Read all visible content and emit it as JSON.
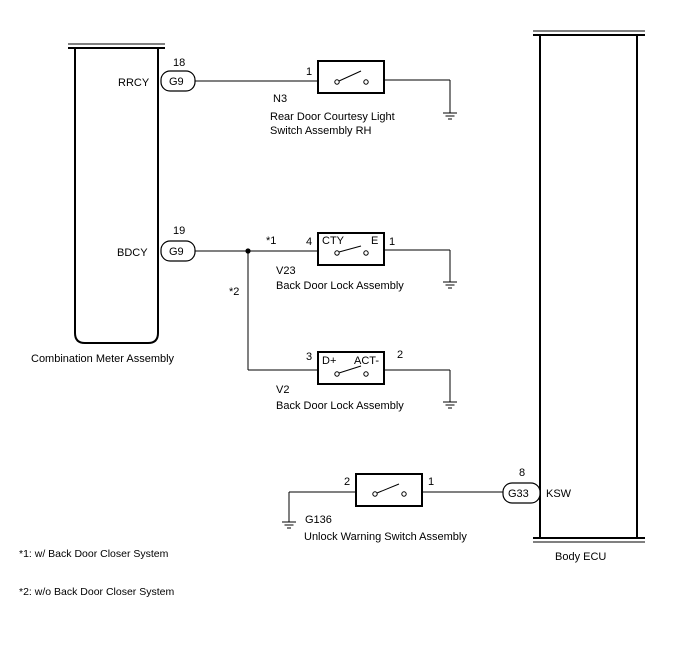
{
  "components": {
    "combination_meter": {
      "name": "Combination Meter Assembly",
      "pins": [
        {
          "signal": "RRCY",
          "pin": "18",
          "connector": "G9"
        },
        {
          "signal": "BDCY",
          "pin": "19",
          "connector": "G9"
        }
      ]
    },
    "body_ecu": {
      "name": "Body ECU",
      "pin": {
        "signal": "KSW",
        "pin": "8",
        "connector": "G33"
      }
    },
    "rear_door_switch": {
      "code": "N3",
      "name_line1": "Rear Door Courtesy Light",
      "name_line2": "Switch Assembly RH",
      "pin_in": "1"
    },
    "back_door_lock_v23": {
      "code": "V23",
      "name": "Back Door Lock Assembly",
      "terminal_left": "CTY",
      "terminal_right": "E",
      "pin_in": "4",
      "pin_out": "1"
    },
    "back_door_lock_v2": {
      "code": "V2",
      "name": "Back Door Lock Assembly",
      "terminal_left": "D+",
      "terminal_right": "ACT-",
      "pin_in": "3",
      "pin_out": "2"
    },
    "unlock_warning_switch": {
      "code": "G136",
      "name": "Unlock Warning Switch Assembly",
      "pin_left": "2",
      "pin_right": "1"
    }
  },
  "markers": {
    "m1": "*1",
    "m2": "*2"
  },
  "notes": [
    "*1: w/ Back Door Closer System",
    "*2: w/o Back Door Closer System"
  ]
}
